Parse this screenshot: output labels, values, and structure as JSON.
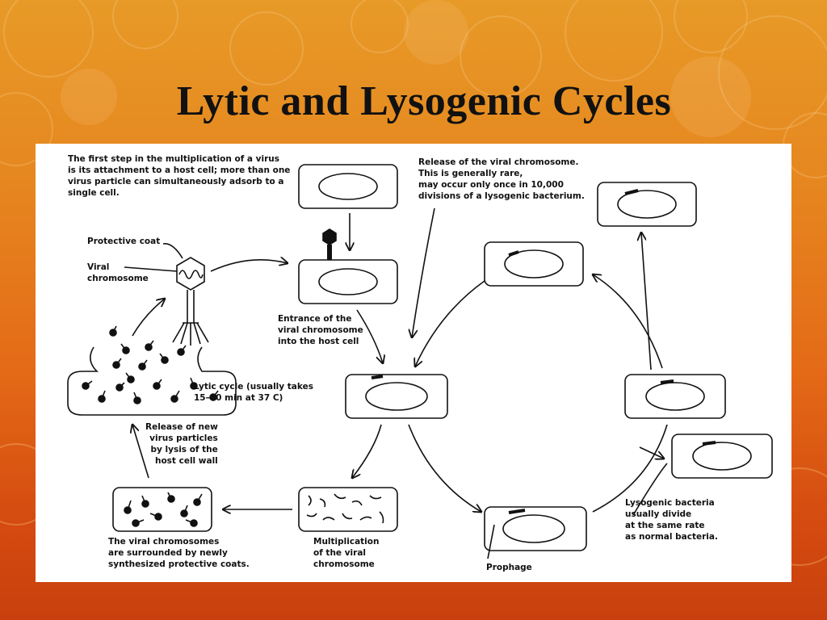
{
  "slide": {
    "title": "Lytic and Lysogenic Cycles"
  },
  "diagram": {
    "labels": {
      "first_step": "The first step in the multiplication of a virus\nis its attachment to a host cell; more than one\nvirus particle can simultaneously adsorb to a\nsingle cell.",
      "protective_coat": "Protective coat",
      "viral_chromosome": "Viral\nchromosome",
      "release_viral_chromosome": "Release of the viral chromosome.\nThis is generally rare,\nmay occur only once in 10,000\ndivisions of a lysogenic bacterium.",
      "entrance": "Entrance of the\nviral chromosome\ninto the host cell",
      "lytic_cycle": "Lytic cycle (usually takes\n15–60 min  at 37  C)",
      "release_new": "Release of new\nvirus particles\nby lysis of the\nhost cell wall",
      "surrounded": "The viral chromosomes\nare surrounded by newly\nsynthesized protective coats.",
      "multiplication": "Multiplication\nof the viral\nchromosome",
      "prophage": "Prophage",
      "lysogenic_divide": "Lysogenic bacteria\nusually divide\nat the same rate\nas normal bacteria."
    }
  },
  "colors": {
    "background_top": "#e79a27",
    "background_bottom": "#c8400d",
    "diagram_background": "#ffffff",
    "ink": "#111111"
  }
}
